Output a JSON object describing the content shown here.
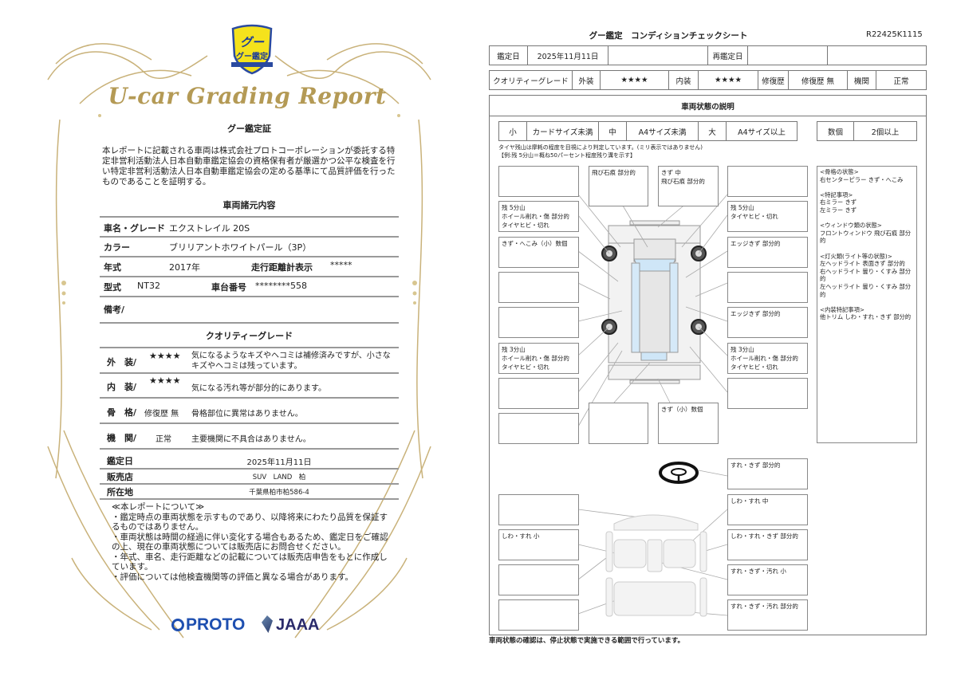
{
  "left": {
    "seal_text": "グー鑑定",
    "script_title": "U-car Grading Report",
    "cert_title": "グー鑑定証",
    "cert_body": "本レポートに記載される車両は株式会社プロトコーポレーションが委託する特定非営利活動法人日本自動車鑑定協会の資格保有者が厳選かつ公平な検査を行い特定非営利活動法人日本自動車鑑定協会の定める基準にて品質評価を行ったものであることを証明する。",
    "specs_title": "車両諸元内容",
    "specs": {
      "name_label": "車名・グレード",
      "name_value": "エクストレイル 20S",
      "color_label": "カラー",
      "color_value": "ブリリアントホワイトパール（3P）",
      "year_label": "年式",
      "year_value": "2017年",
      "odometer_label": "走行距離計表示",
      "odometer_value": "*****",
      "model_label": "型式",
      "model_value": "NT32",
      "chassis_label": "車台番号",
      "chassis_value": "********558",
      "remarks_label": "備考/"
    },
    "quality_title": "クオリティーグレード",
    "quality": [
      {
        "label": "外　装/",
        "grade": "★★★★",
        "comment": "気になるようなキズやヘコミは補修済みですが、小さなキズやヘコミは残っています。"
      },
      {
        "label": "内　装/",
        "grade": "★★★★",
        "comment": "気になる汚れ等が部分的にあります。"
      },
      {
        "label": "骨　格/",
        "grade": "修復歴 無",
        "comment": "骨格部位に異常はありません。"
      },
      {
        "label": "機　関/",
        "grade": "正常",
        "comment": "主要機関に不具合はありません。"
      }
    ],
    "appraisal_label": "鑑定日",
    "appraisal_value": "2025年11月11日",
    "shop_label": "販売店",
    "shop_value": "SUV　LAND　柏",
    "address_label": "所在地",
    "address_value": "千葉県柏市柏586-4",
    "notes_title": "≪本レポートについて≫",
    "notes": [
      "・鑑定時点の車両状態を示すものであり、以降将来にわたり品質を保証するものではありません。",
      "・車両状態は時間の経過に伴い変化する場合もあるため、鑑定日をご確認の上、現在の車両状態については販売店にお問合せください。",
      "・年式、車名、走行距離などの記載については販売店申告をもとに作成しています。",
      "・評価については他検査機関等の評価と異なる場合があります。"
    ],
    "logos": {
      "proto": "PROTO",
      "jaaa": "JAAA"
    }
  },
  "right": {
    "title": "グー鑑定　コンディションチェックシート",
    "report_id": "R22425K1115",
    "date_label": "鑑定日",
    "date_value": "2025年11月11日",
    "reappraisal_label": "再鑑定日",
    "grade_label": "クオリティーグレード",
    "exterior_label": "外装",
    "exterior_value": "★★★★",
    "interior_label": "内装",
    "interior_value": "★★★★",
    "repair_label": "修復歴",
    "repair_value": "修復歴 無",
    "engine_label": "機関",
    "engine_value": "正常",
    "section_title": "車両状態の説明",
    "legend": {
      "s": "小",
      "s_desc": "カードサイズ未満",
      "m": "中",
      "m_desc": "A4サイズ未満",
      "l": "大",
      "l_desc": "A4サイズ以上",
      "many": "数個",
      "many_desc": "2個以上"
    },
    "tire_note1": "タイヤ残山は摩耗の程度を目視により判定しています。(ミリ表示ではありません)",
    "tire_note2": "【例:残 5分山＝概ね50パーセント程度残り溝を示す】",
    "exterior_boxes": [
      "",
      "残 5分山\nホイール削れ・傷 部分的\nタイヤヒビ・切れ",
      "きず・へこみ（小）数個",
      "",
      "",
      "残 3分山\nホイール削れ・傷 部分的\nタイヤヒビ・切れ",
      "",
      "",
      "飛び石痕 部分的",
      "きず 中\n飛び石痕 部分的",
      "",
      "残 5分山\nタイヤヒビ・切れ",
      "エッジきず 部分的",
      "",
      "エッジきず 部分的",
      "残 3分山\nホイール削れ・傷 部分的\nタイヤヒビ・切れ",
      "",
      "",
      "きず（小）数個"
    ],
    "notes_column": "<骨格の状態>\n右センターピラー きず・へこみ\n\n<特記事項>\n右ミラー きず\n左ミラー きず\n\n<ウィンドウ類の状態>\nフロントウィンドウ 飛び石痕 部分的\n\n<灯火類(ライト等の状態)>\n左ヘッドライト 表面きず 部分的\n右ヘッドライト 曇り・くすみ 部分的\n左ヘッドライト 曇り・くすみ 部分的\n\n<内装特記事項>\n他トリム しわ・すれ・きず 部分的",
    "interior_boxes": [
      "",
      "しわ・すれ 小",
      "",
      "",
      "すれ・きず 部分的",
      "しわ・すれ 中",
      "しわ・すれ・きず 部分的",
      "すれ・きず・汚れ 小",
      "すれ・きず・汚れ 部分的"
    ],
    "footer": "車両状態の確認は、停止状態で実施できる範囲で行っています。"
  }
}
